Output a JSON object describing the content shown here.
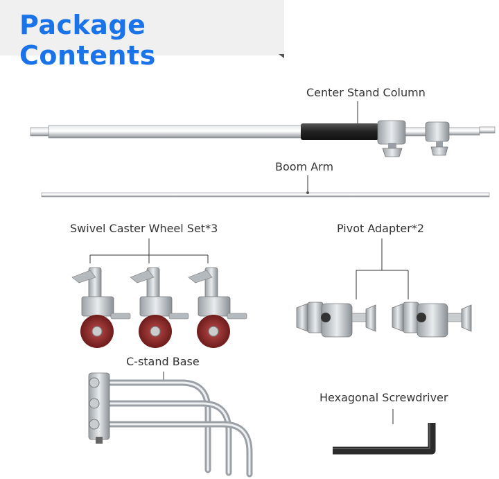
{
  "header": {
    "title": "Package Contents"
  },
  "items": {
    "center_stand": {
      "label": "Center Stand Column"
    },
    "boom_arm": {
      "label": "Boom Arm"
    },
    "caster": {
      "label": "Swivel Caster Wheel Set*3"
    },
    "pivot": {
      "label": "Pivot Adapter*2"
    },
    "base": {
      "label": "C-stand Base"
    },
    "screwdriver": {
      "label": "Hexagonal Screwdriver"
    }
  },
  "colors": {
    "accent": "#1a73e8",
    "banner_bg": "#f0f0f0",
    "wheel": "#a52a2a",
    "metal": "#bfc3c7"
  }
}
